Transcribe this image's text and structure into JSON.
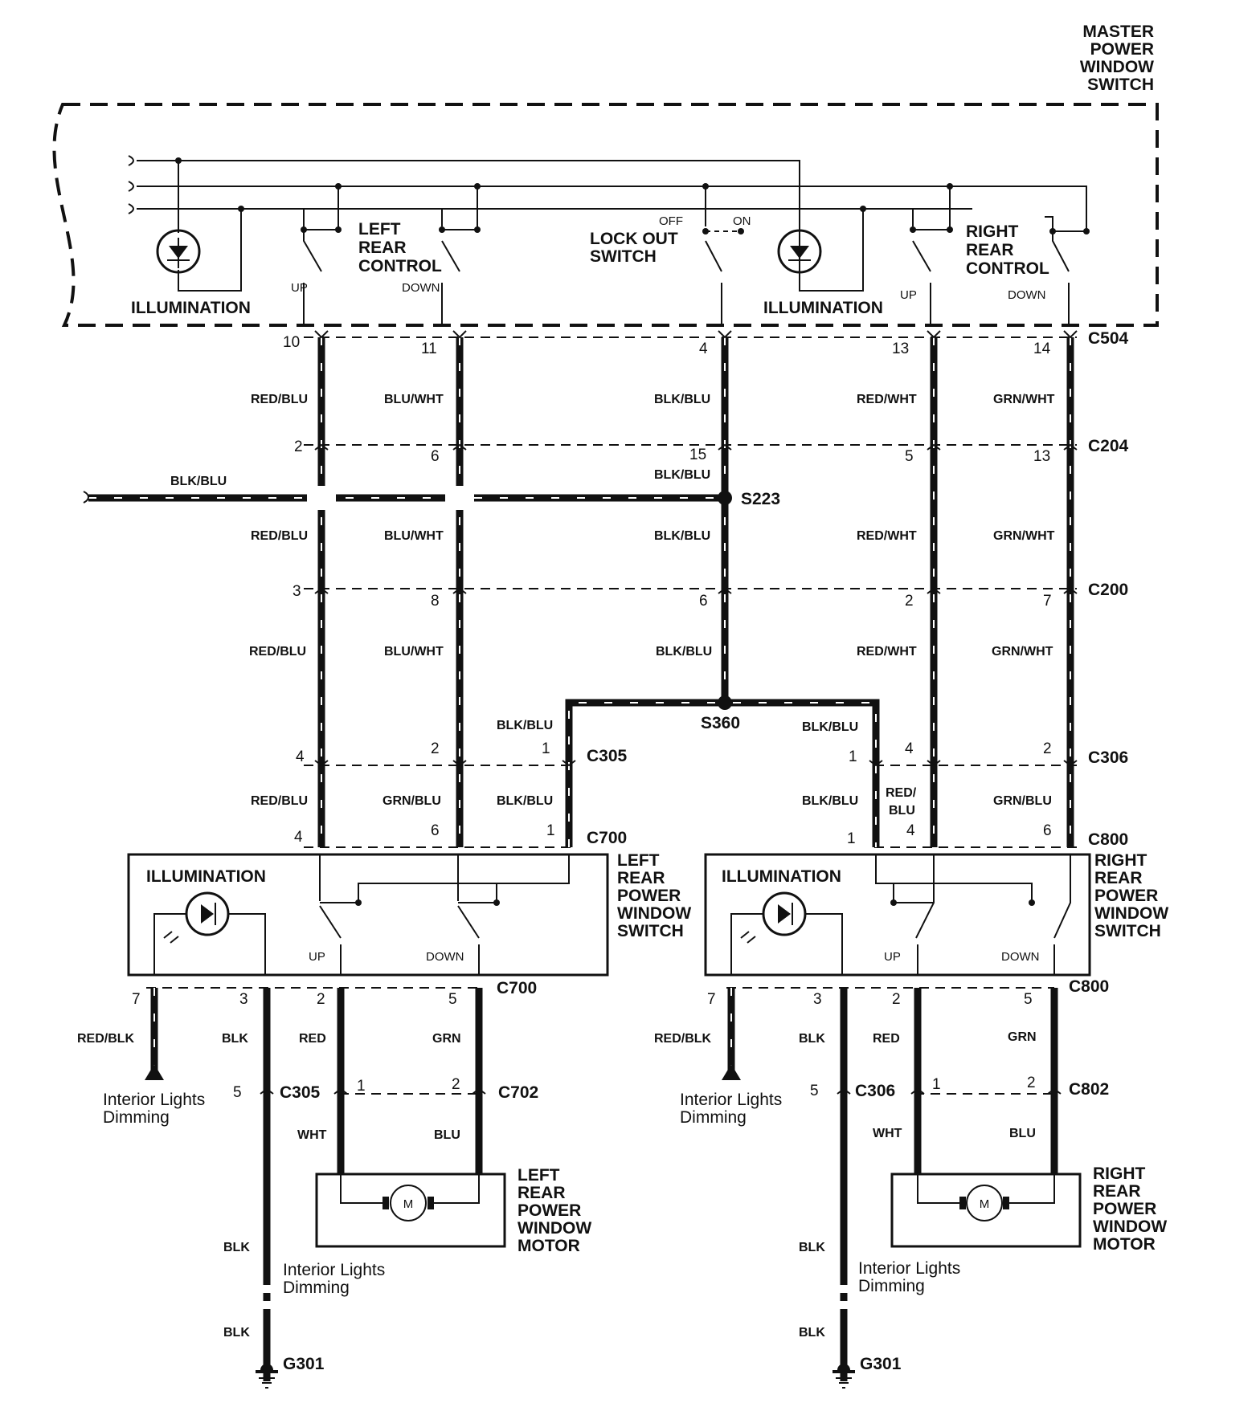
{
  "master_switch": {
    "title": [
      "MASTER",
      "POWER",
      "WINDOW",
      "SWITCH"
    ],
    "illumination": "ILLUMINATION",
    "left_rear_control": [
      "LEFT",
      "REAR",
      "CONTROL"
    ],
    "right_rear_control": [
      "RIGHT",
      "REAR",
      "CONTROL"
    ],
    "lock_out_switch": [
      "LOCK OUT",
      "SWITCH"
    ],
    "off": "OFF",
    "on": "ON",
    "up": "UP",
    "down": "DOWN"
  },
  "connectors": {
    "c504": "C504",
    "c204": "C204",
    "c200": "C200",
    "c305": "C305",
    "c306": "C306",
    "c700": "C700",
    "c800": "C800",
    "c702": "C702",
    "c802": "C802",
    "s223": "S223",
    "s360": "S360",
    "g301": "G301"
  },
  "pins": {
    "c504": [
      "10",
      "11",
      "4",
      "13",
      "14"
    ],
    "c204": [
      "2",
      "6",
      "15",
      "5",
      "13"
    ],
    "c200": [
      "3",
      "8",
      "6",
      "2",
      "7"
    ],
    "c305_left": [
      "4",
      "2",
      "1"
    ],
    "c306_right": [
      "1",
      "4",
      "2"
    ],
    "c700_top": [
      "4",
      "6",
      "1"
    ],
    "c800_top": [
      "1",
      "4",
      "6"
    ],
    "c700_bottom": [
      "7",
      "3",
      "2",
      "5"
    ],
    "c800_bottom": [
      "7",
      "3",
      "2",
      "5"
    ],
    "c305_bottom": "5",
    "c306_bottom": "5",
    "c702": [
      "1",
      "2"
    ],
    "c802": [
      "1",
      "2"
    ]
  },
  "wire_colors": {
    "red_blu": "RED/BLU",
    "blu_wht": "BLU/WHT",
    "blk_blu": "BLK/BLU",
    "red_wht": "RED/WHT",
    "grn_wht": "GRN/WHT",
    "grn_blu": "GRN/BLU",
    "red_slash": "RED/",
    "blu": "BLU",
    "red_blk": "RED/BLK",
    "blk": "BLK",
    "red": "RED",
    "grn": "GRN",
    "wht": "WHT"
  },
  "left_switch": {
    "title": [
      "LEFT",
      "REAR",
      "POWER",
      "WINDOW",
      "SWITCH"
    ],
    "illumination": "ILLUMINATION",
    "up": "UP",
    "down": "DOWN"
  },
  "right_switch": {
    "title": [
      "RIGHT",
      "REAR",
      "POWER",
      "WINDOW",
      "SWITCH"
    ],
    "illumination": "ILLUMINATION",
    "up": "UP",
    "down": "DOWN"
  },
  "left_motor": {
    "title": [
      "LEFT",
      "REAR",
      "POWER",
      "WINDOW",
      "MOTOR"
    ],
    "symbol": "M"
  },
  "right_motor": {
    "title": [
      "RIGHT",
      "REAR",
      "POWER",
      "WINDOW",
      "MOTOR"
    ],
    "symbol": "M"
  },
  "notes": {
    "interior_lights": "Interior Lights",
    "dimming": "Dimming"
  }
}
